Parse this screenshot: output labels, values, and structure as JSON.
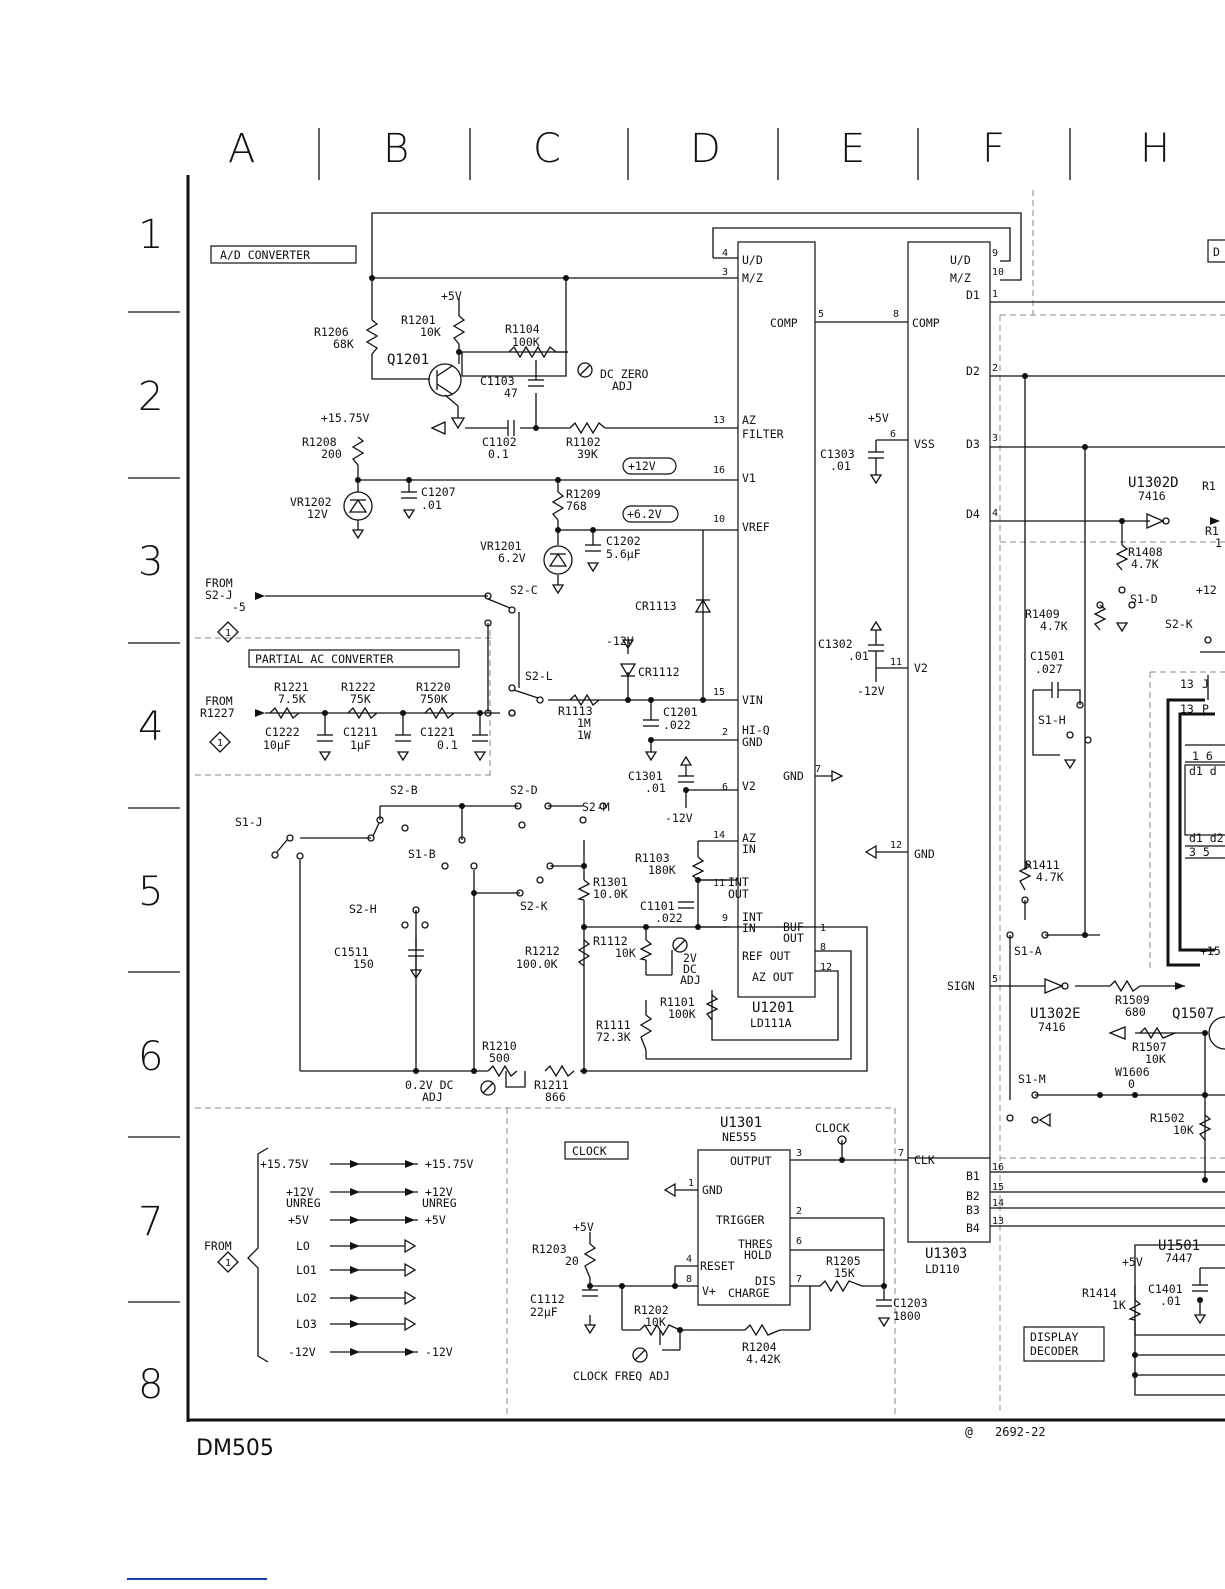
{
  "grid": {
    "columns": [
      "A",
      "B",
      "C",
      "D",
      "E",
      "F",
      "H"
    ],
    "rows": [
      "1",
      "2",
      "3",
      "4",
      "5",
      "6",
      "7",
      "8"
    ]
  },
  "footer": {
    "model": "DM505",
    "copyright_mark": "@",
    "drawing_number": "2692-22"
  },
  "sections": {
    "ad_converter": "A/D CONVERTER",
    "partial_ac": "PARTIAL AC CONVERTER",
    "clock": "CLOCK",
    "display_decoder": [
      "DISPLAY",
      "DECODER"
    ]
  },
  "ics": {
    "u1201": {
      "name": "U1201",
      "part": "LD111A"
    },
    "u1303": {
      "name": "U1303",
      "part": "LD110"
    },
    "u1301": {
      "name": "U1301",
      "part": "NE555"
    },
    "u1302d": {
      "name": "U1302D",
      "part": "7416"
    },
    "u1302e": {
      "name": "U1302E",
      "part": "7416"
    },
    "u1501": {
      "name": "U1501",
      "part": "7447"
    }
  },
  "pins_u1201": {
    "ud": "U/D",
    "mz": "M/Z",
    "comp": "COMP",
    "az": "AZ",
    "filter": "FILTER",
    "v1": "V1",
    "vref": "VREF",
    "vin": "VIN",
    "hiq": "HI-Q",
    "gnd2": "GND",
    "v2": "V2",
    "gnd": "GND",
    "azin": "AZ",
    "azin2": "IN",
    "int1": "INT",
    "out1": "OUT",
    "int2": "INT",
    "in2": "IN",
    "buf": "BUF",
    "bufout": "OUT",
    "refout": "REF  OUT",
    "azout": "AZ  OUT"
  },
  "pins_u1303": {
    "ud": "U/D",
    "mz": "M/Z",
    "d1": "D1",
    "comp": "COMP",
    "d2": "D2",
    "vss": "VSS",
    "d3": "D3",
    "d4": "D4",
    "v2": "V2",
    "gnd": "GND",
    "sign": "SIGN",
    "clk": "CLK",
    "b1": "B1",
    "b2": "B2",
    "b3": "B3",
    "b4": "B4"
  },
  "pins_u1301": {
    "output": "OUTPUT",
    "gnd": "GND",
    "trigger": "TRIGGER",
    "thres": "THRES",
    "hold": "HOLD",
    "reset": "RESET",
    "dis": "DIS",
    "vplus": "V+",
    "charge": "CHARGE"
  },
  "components": {
    "r1206": "R1206",
    "r1206v": "68K",
    "r1201": "R1201",
    "r1201v": "10K",
    "r1104": "R1104",
    "r1104v": "100K",
    "q1201": "Q1201",
    "dczero1": "DC ZERO",
    "dczero2": "ADJ",
    "c1103": "C1103",
    "c1103v": "47",
    "c1102": "C1102",
    "c1102v": "0.1",
    "r1102": "R1102",
    "r1102v": "39K",
    "v12box": "+12V",
    "v62box": "+6.2V",
    "p1575": "+15.75V",
    "r1208": "R1208",
    "r1208v": "200",
    "vr1202": "VR1202",
    "vr1202v": "12V",
    "c1207": "C1207",
    "c1207v": ".01",
    "r1209": "R1209",
    "r1209v": "768",
    "vr1201": "VR1201",
    "vr1201v": "6.2V",
    "c1202": "C1202",
    "c1202v": "5.6μF",
    "cr1113": "CR1113",
    "cr1112": "CR1112",
    "m12v": "-12V",
    "from1": "FROM",
    "from1b": "S2-J",
    "from1c": "-5",
    "s2c": "S2-C",
    "s2l": "S2-L",
    "from2": "FROM",
    "from2b": "R1227",
    "r1221": "R1221",
    "r1221v": "7.5K",
    "r1222": "R1222",
    "r1222v": "75K",
    "r1220": "R1220",
    "r1220v": "750K",
    "c1222": "C1222",
    "c1222v": "10μF",
    "c1211": "C1211",
    "c1211v": "1μF",
    "c1221": "C1221",
    "c1221v": "0.1",
    "r1113": "R1113",
    "r1113v": "1M",
    "r1113w": "1W",
    "c1201": "C1201",
    "c1201v": ".022",
    "c1301": "C1301",
    "c1301v": ".01",
    "s2b": "S2-B",
    "s2d": "S2-D",
    "s2m": "S2-M",
    "s1j": "S1-J",
    "s1b": "S1-B",
    "s2h": "S2-H",
    "s2k": "S2-K",
    "c1511": "C1511",
    "c1511v": "150",
    "r1103": "R1103",
    "r1103v": "180K",
    "r1301": "R1301",
    "r1301v": "10.0K",
    "c1101": "C1101",
    "c1101v": ".022",
    "r1212": "R1212",
    "r1212v": "100.0K",
    "r1112": "R1112",
    "r1112v": "10K",
    "adj2v1": "2V",
    "adj2v2": "DC",
    "adj2v3": "ADJ",
    "r1101": "R1101",
    "r1101v": "100K",
    "r1111": "R1111",
    "r1111v": "72.3K",
    "r1210": "R1210",
    "r1210v": "500",
    "r1211": "R1211",
    "r1211v": "866",
    "adj02": "0.2V  DC",
    "adj02b": "ADJ",
    "p5v": "+5V",
    "c1303": "C1303",
    "c1303v": ".01",
    "c1302": "C1302",
    "c1302v": ".01",
    "r1408": "R1408",
    "r1408v": "4.7K",
    "s1d": "S1-D",
    "r1409": "R1409",
    "r1409v": "4.7K",
    "c1501": "C1501",
    "c1501v": ".027",
    "s1h": "S1-H",
    "s2k2": "S2-K",
    "r1411": "R1411",
    "r1411v": "4.7K",
    "s1a": "S1-A",
    "r1509": "R1509",
    "r1509v": "680",
    "q1507": "Q1507",
    "r1507": "R1507",
    "r1507v": "10K",
    "w1606": "W1606",
    "w1606v": "0",
    "s1m": "S1-M",
    "r1502": "R1502",
    "r1502v": "10K",
    "clockpt": "CLOCK",
    "r1203": "R1203",
    "r1203v": "20",
    "c1112": "C1112",
    "c1112v": "22μF",
    "r1202": "R1202",
    "r1202v": "10K",
    "r1204": "R1204",
    "r1204v": "4.42K",
    "r1205": "R1205",
    "r1205v": "15K",
    "c1203": "C1203",
    "c1203v": "1800",
    "clockadj": "CLOCK FREQ ADJ",
    "r1414": "R1414",
    "r1414v": "1K",
    "c1401": "C1401",
    "c1401v": ".01",
    "p12right": "+12",
    "p15": "+15",
    "dpartial": "D",
    "j13": "13",
    "jpart": "J",
    "p13": "13",
    "pp": "P",
    "d1d": "d1 d",
    "d1d2": "d1 d2",
    "n1516": "1 6",
    "n35": "3 5",
    "r1x": "R1",
    "r1y": "R1",
    "r1z": "1"
  },
  "power_list": {
    "from": "FROM",
    "left": [
      "+15.75V",
      "+12V",
      "UNREG",
      "+5V",
      "LO",
      "LO1",
      "LO2",
      "LO3",
      "-12V"
    ],
    "right": [
      "+15.75V",
      "+12V",
      "UNREG",
      "+5V"
    ],
    "right_end": "-12V"
  }
}
